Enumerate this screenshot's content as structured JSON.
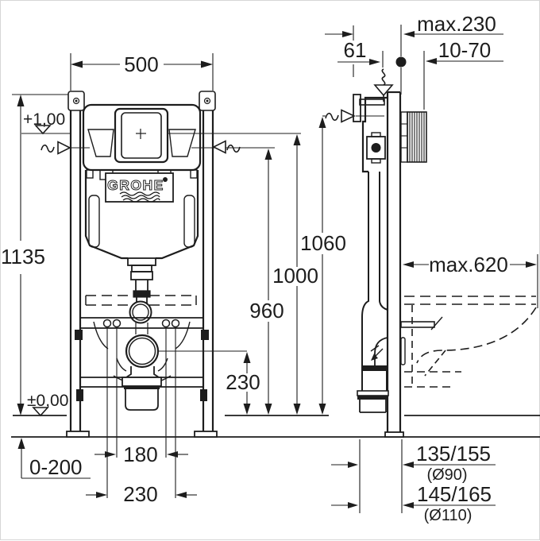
{
  "meta": {
    "brand": "GROHE",
    "drawing_type": "wc-frame-installation-dimensions"
  },
  "colors": {
    "ink": "#1d1d1d",
    "bg": "#ffffff"
  },
  "front_view": {
    "width": "500",
    "height": "1135",
    "upper_level": "+1,00",
    "zero_level": "±0,00",
    "floor_adjust": "0-200",
    "stud_spacing_inner": "180",
    "stud_spacing_outer": "230",
    "outlet_height": "230",
    "height_960": "960",
    "height_1000": "1000",
    "height_1060": "1060"
  },
  "side_view": {
    "pipe_offset": "61",
    "max_depth": "max.230",
    "wall_finish_range": "10-70",
    "max_width": "max.620",
    "drain_90": "135/155",
    "drain_90_dia": "(Ø90)",
    "drain_110": "145/165",
    "drain_110_dia": "(Ø110)"
  }
}
